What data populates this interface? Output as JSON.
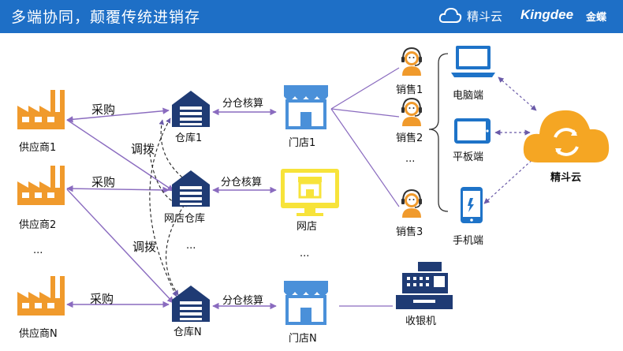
{
  "header": {
    "title": "多端协同，颠覆传统进销存",
    "brand_product": "精斗云",
    "brand_company_en": "Kingdee",
    "brand_company_cn": "金蝶"
  },
  "colors": {
    "header_bg": "#1e6fc6",
    "factory": "#f09a2c",
    "warehouse": "#1f3b74",
    "store": "#4a90d9",
    "online_store": "#f7e33a",
    "device": "#1e73c8",
    "cloud": "#f5a623",
    "connector": "#8a6bbf"
  },
  "suppliers": [
    "供应商1",
    "供应商2",
    "供应商N"
  ],
  "suppliers_ellipsis": "...",
  "warehouses": [
    "仓库1",
    "网店仓库",
    "仓库N"
  ],
  "warehouses_ellipsis": "...",
  "stores": [
    "门店1",
    "网店",
    "门店N"
  ],
  "stores_ellipsis": "...",
  "edge_labels": {
    "purchase": "采购",
    "transfer": "调拨",
    "allocation": "分仓核算"
  },
  "sales": [
    "销售1",
    "销售2",
    "销售3"
  ],
  "sales_ellipsis": "...",
  "devices": [
    "电脑端",
    "平板端",
    "手机端"
  ],
  "cloud_label": "精斗云",
  "register_label": "收银机"
}
